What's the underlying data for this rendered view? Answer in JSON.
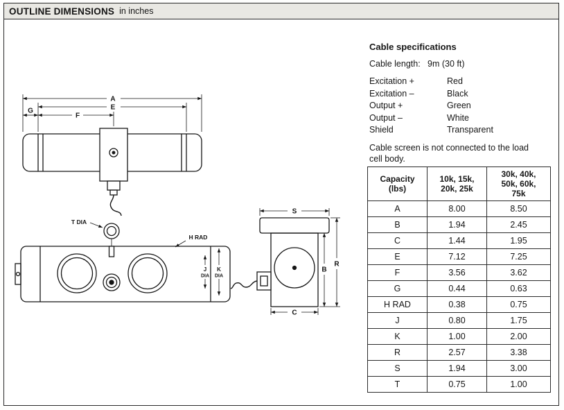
{
  "header": {
    "title": "OUTLINE DIMENSIONS",
    "subtitle": "in inches"
  },
  "cable": {
    "title": "Cable specifications",
    "length_label": "Cable length:",
    "length_value": "9m (30 ft)",
    "wires": [
      {
        "label": "Excitation +",
        "value": "Red"
      },
      {
        "label": "Excitation –",
        "value": "Black"
      },
      {
        "label": "Output +",
        "value": "Green"
      },
      {
        "label": "Output –",
        "value": "White"
      },
      {
        "label": "Shield",
        "value": "Transparent"
      }
    ],
    "note": "Cable screen is not connected to the load cell body."
  },
  "table": {
    "col_headers": [
      "Capacity\n(lbs)",
      "10k, 15k,\n20k, 25k",
      "30k, 40k,\n50k, 60k,\n75k"
    ],
    "rows": [
      {
        "dim": "A",
        "small": "8.00",
        "large": "8.50"
      },
      {
        "dim": "B",
        "small": "1.94",
        "large": "2.45"
      },
      {
        "dim": "C",
        "small": "1.44",
        "large": "1.95"
      },
      {
        "dim": "E",
        "small": "7.12",
        "large": "7.25"
      },
      {
        "dim": "F",
        "small": "3.56",
        "large": "3.62"
      },
      {
        "dim": "G",
        "small": "0.44",
        "large": "0.63"
      },
      {
        "dim": "H RAD",
        "small": "0.38",
        "large": "0.75"
      },
      {
        "dim": "J",
        "small": "0.80",
        "large": "1.75"
      },
      {
        "dim": "K",
        "small": "1.00",
        "large": "2.00"
      },
      {
        "dim": "R",
        "small": "2.57",
        "large": "3.38"
      },
      {
        "dim": "S",
        "small": "1.94",
        "large": "3.00"
      },
      {
        "dim": "T",
        "small": "0.75",
        "large": "1.00"
      }
    ]
  },
  "diagram": {
    "labels": {
      "a": "A",
      "e": "E",
      "f": "F",
      "g": "G",
      "t_dia": "T DIA",
      "h_rad": "H RAD",
      "j": "J",
      "k": "K",
      "dia": "DIA",
      "s": "S",
      "r": "R",
      "b": "B",
      "c": "C"
    }
  },
  "colors": {
    "page_bg": "#ffffff",
    "header_bg": "#e9e8e3",
    "line": "#1a1a1a"
  }
}
